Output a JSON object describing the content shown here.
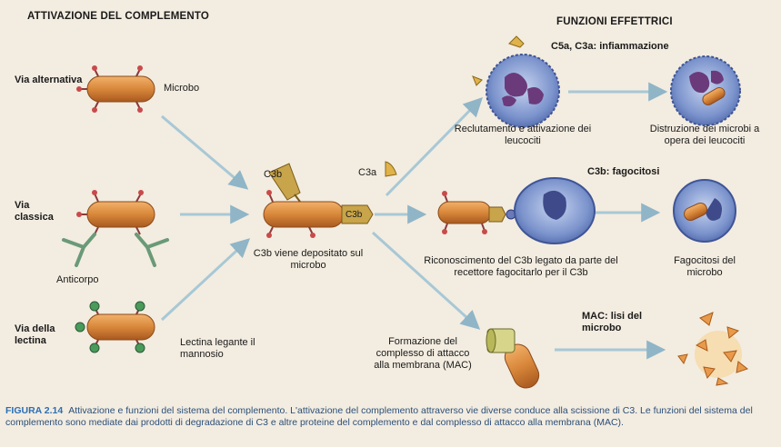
{
  "headers": {
    "left": "ATTIVAZIONE DEL COMPLEMENTO",
    "right": "FUNZIONI EFFETTRICI"
  },
  "pathways": {
    "alternative": "Via alternativa",
    "classical": "Via classica",
    "lectin": "Via della lectina"
  },
  "labels": {
    "microbe": "Microbo",
    "antibody": "Anticorpo",
    "lectin_binding": "Lectina legante il mannosio",
    "c3b_deposited": "C3b viene depositato sul microbo",
    "c3b": "C3b",
    "c3a": "C3a",
    "c5a_c3a": "C5a, C3a: infiammazione",
    "recruitment": "Reclutamento e attivazione dei leucociti",
    "destruction": "Distruzione dei microbi a opera dei leucociti",
    "phagocytosis_title": "C3b: fagocitosi",
    "recognition": "Riconoscimento del C3b legato da parte del recettore fagocitarlo per il C3b",
    "phagocytosis": "Fagocitosi del microbo",
    "mac_title": "MAC: lisi del microbo",
    "mac_formation": "Formazione del complesso di attacco alla membrana (MAC)"
  },
  "caption": {
    "figure": "FIGURA 2.14",
    "text": "Attivazione e funzioni del sistema del complemento. L'attivazione del complemento attraverso vie diverse conduce alla scissione di C3. Le funzioni del sistema del complemento sono mediate dai prodotti di degradazione di C3 e altre proteine del complemento e dal complesso di attacco alla membrana (MAC)."
  },
  "colors": {
    "microbe": "#d98a3a",
    "arrow": "#9fc3d3",
    "leukocyte": "#6a86c2",
    "nucleus": "#6b3a7a",
    "c3b": "#c8a44a",
    "caption": "#2a6fb5"
  }
}
